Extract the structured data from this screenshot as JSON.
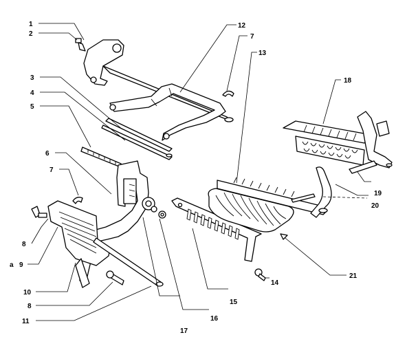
{
  "callouts": {
    "c1": "1",
    "c2": "2",
    "c3": "3",
    "c4": "4",
    "c5": "5",
    "c6": "6",
    "c7a": "7",
    "c7b": "7",
    "c8a": "8",
    "c8b": "8",
    "c9": "9",
    "c10": "10",
    "c11": "11",
    "c12": "12",
    "c13": "13",
    "c14": "14",
    "c15": "15",
    "c16": "16",
    "c17": "17",
    "c18": "18",
    "c19": "19",
    "c20": "20",
    "c21": "21"
  },
  "stray_mark": "a",
  "colors": {
    "ink": "#000000",
    "paper": "#ffffff"
  }
}
